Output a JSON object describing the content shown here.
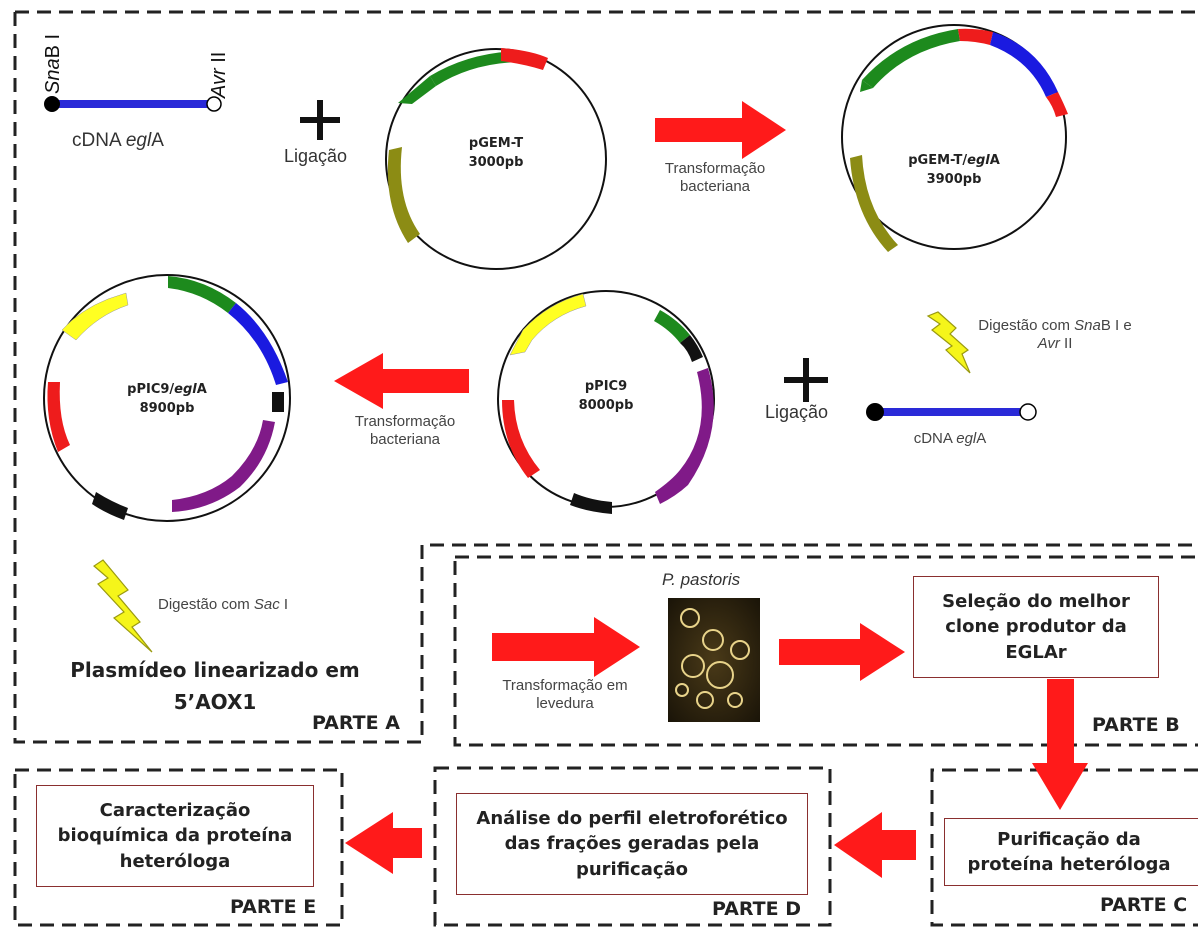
{
  "colors": {
    "arrow": "#ff1a1a",
    "dna_line": "#2a2ad8",
    "green": "#1d8a1d",
    "red": "#ee1c1c",
    "olive": "#8c8c14",
    "blue": "#1a1ae0",
    "yellow": "#ffff22",
    "purple": "#801a88",
    "black": "#111111",
    "box_border": "#8a2f2f",
    "lightning": "#f5f51a"
  },
  "icons": [
    "plus-icon",
    "lightning-icon",
    "arrow-right-icon",
    "arrow-left-icon",
    "arrow-down-icon",
    "yeast-micrograph"
  ],
  "part_a": {
    "cdna_top": {
      "site_left_italic": "Sna",
      "site_left_rest": "B I",
      "site_right_italic": "Avr",
      "site_right_rest": " II",
      "label_plain": "cDNA ",
      "label_italic": "egl",
      "label_end": "A"
    },
    "ligation_1": "Ligação",
    "pgemt": {
      "name": "pGEM-T",
      "size": "3000pb"
    },
    "transform_1": [
      "Transformação",
      "bacteriana"
    ],
    "pgemt_egla": {
      "name_plain": "pGEM-T/",
      "name_italic": "egl",
      "name_end": "A",
      "size": "3900pb"
    },
    "digestion_1": {
      "line1_plain": "Digestão com ",
      "line1_italic": "Sna",
      "line1_end": "B I e",
      "line2_italic": "Avr",
      "line2_end": " II"
    },
    "ligation_2": "Ligação",
    "cdna_bottom": {
      "label_plain": "cDNA ",
      "label_italic": "egl",
      "label_end": "A"
    },
    "ppic9": {
      "name": "pPIC9",
      "size": "8000pb"
    },
    "transform_2": [
      "Transformação",
      "bacteriana"
    ],
    "ppic9_egla": {
      "name_plain": "pPIC9/",
      "name_italic": "egl",
      "name_end": "A",
      "size": "8900pb"
    },
    "digestion_2": {
      "plain": "Digestão com ",
      "italic": "Sac",
      "end": " I"
    },
    "linearized": [
      "Plasmídeo linearizado em",
      "5’AOX1"
    ],
    "label": "PARTE A"
  },
  "part_b": {
    "organism": "P. pastoris",
    "transform": [
      "Transformação em",
      "levedura"
    ],
    "selection_box": [
      "Seleção do melhor",
      "clone produtor da",
      "EGLAr"
    ],
    "label": "PARTE B"
  },
  "part_c": {
    "box": [
      "Purificação da",
      "proteína heteróloga"
    ],
    "label": "PARTE C"
  },
  "part_d": {
    "box": [
      "Análise do perfil eletroforético",
      "das frações geradas pela",
      "purificação"
    ],
    "label": "PARTE D"
  },
  "part_e": {
    "box": [
      "Caracterização",
      "bioquímica da proteína",
      "heteróloga"
    ],
    "label": "PARTE E"
  }
}
